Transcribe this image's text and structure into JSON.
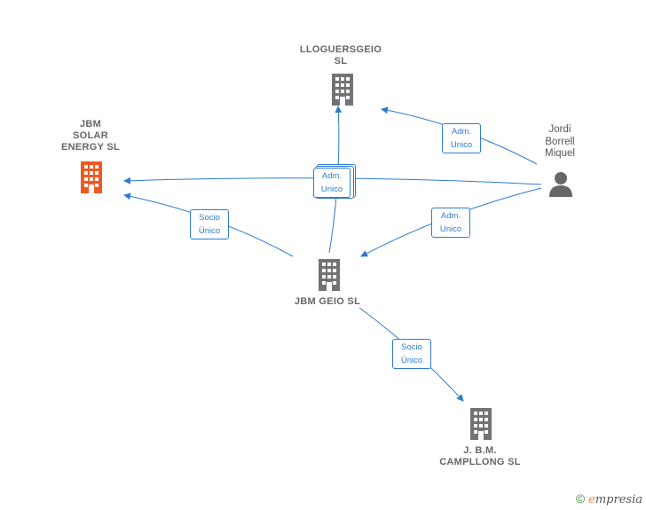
{
  "nodes": {
    "lloguersgeio": {
      "line1": "LLOGUERSGEIO",
      "line2": "SL"
    },
    "jbm_solar": {
      "line1": "JBM",
      "line2": "SOLAR",
      "line3": "ENERGY  SL"
    },
    "jbm_geio": {
      "line1": "JBM GEIO  SL"
    },
    "jbm_camplong": {
      "line1": "J. B.M.",
      "line2": "CAMPLLONG SL"
    },
    "jordi": {
      "line1": "Jordi",
      "line2": "Borrell",
      "line3": "Miquel"
    }
  },
  "edges": {
    "adm_top": {
      "line1": "Adm.",
      "line2": "Unico"
    },
    "adm_center": {
      "line1": "Adm.",
      "line2": "Unico"
    },
    "adm_right": {
      "line1": "Adm.",
      "line2": "Unico"
    },
    "socio_left": {
      "line1": "Socio",
      "line2": "Único"
    },
    "socio_bottom": {
      "line1": "Socio",
      "line2": "Único"
    }
  },
  "colors": {
    "edge": "#2f7bd0",
    "company_gray": "#737373",
    "company_highlight": "#ef5a24",
    "person": "#666666"
  },
  "icons": {
    "company": "building-icon",
    "person": "person-icon",
    "copyright": "copyright-icon"
  },
  "footer": {
    "symbol": "©",
    "brand_first": "e",
    "brand_rest": "mpresia"
  }
}
